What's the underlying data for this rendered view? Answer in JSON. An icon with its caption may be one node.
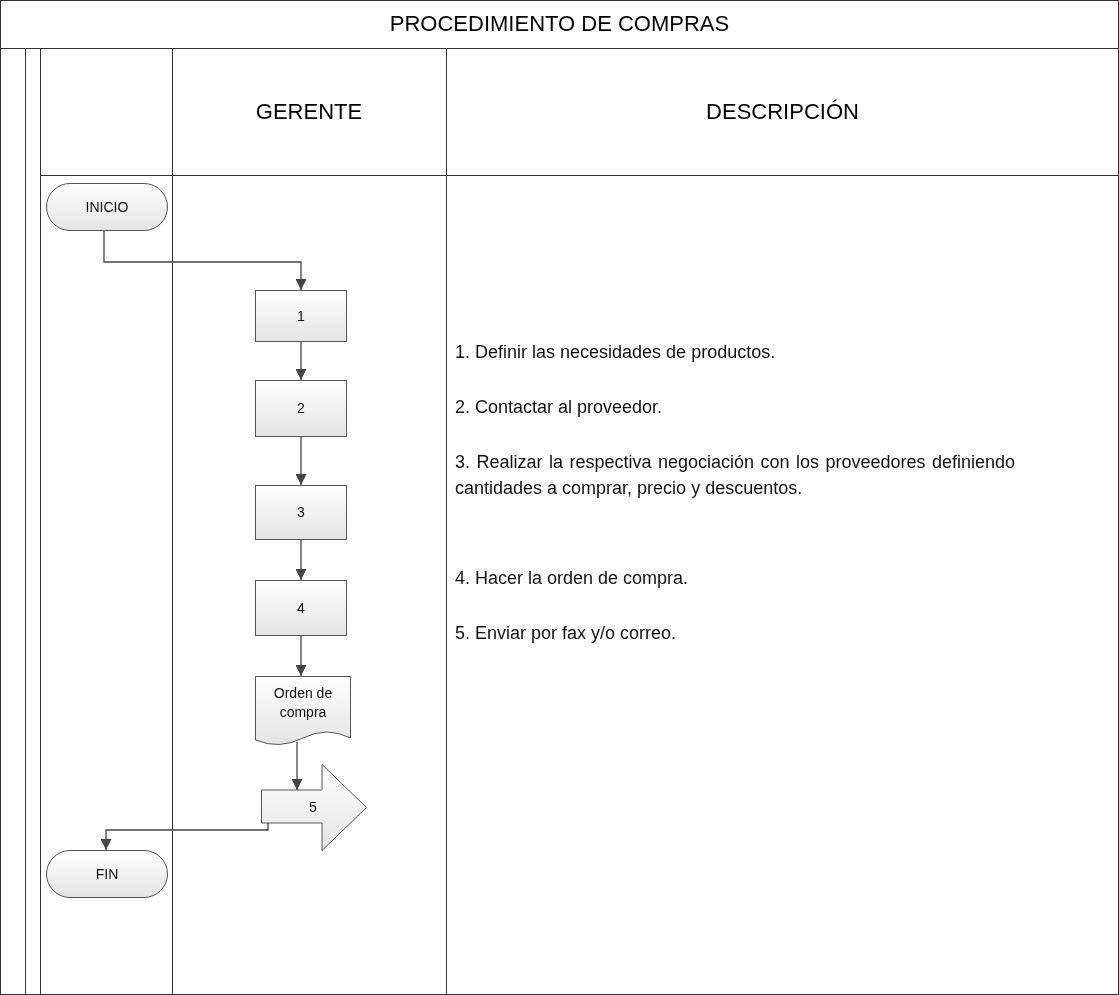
{
  "diagram": {
    "title": "PROCEDIMIENTO DE COMPRAS",
    "nodes": [
      {
        "text": [
          "GERENTE"
        ]
      },
      {
        "text": [
          "DESCRIPCIÓN"
        ]
      },
      {
        "text": [
          "INICIO"
        ]
      },
      {
        "text": [
          "1"
        ],
        "in": 0
      },
      {
        "text": [
          "2"
        ],
        "in": 0
      },
      {
        "text": [
          "3"
        ],
        "in": 0
      },
      {
        "text": [
          "4"
        ],
        "in": 0
      },
      {
        "text": [
          "Orden de compra"
        ],
        "in": 0
      },
      {
        "text": [
          "5"
        ],
        "in": 0
      },
      {
        "text": [
          "FIN"
        ]
      }
    ],
    "edges": [
      {
        "from": 2,
        "to": 3,
        "arrow": "to"
      },
      {
        "from": 3,
        "to": 4,
        "arrow": "to"
      },
      {
        "from": 4,
        "to": 5,
        "arrow": "to"
      },
      {
        "from": 5,
        "to": 6,
        "arrow": "to"
      },
      {
        "from": 6,
        "to": 7,
        "arrow": "to"
      },
      {
        "from": 7,
        "to": 8,
        "arrow": "to"
      },
      {
        "from": 8,
        "to": 9,
        "arrow": "to"
      }
    ],
    "labels": [
      "1. Definir las necesidades de productos.",
      "2. Contactar al proveedor.",
      "3. Realizar la respectiva negociación con los proveedores definiendo cantidades a comprar, precio y descuentos.",
      "4. Hacer la orden de compra.",
      "5. Enviar por fax y/o correo."
    ]
  }
}
